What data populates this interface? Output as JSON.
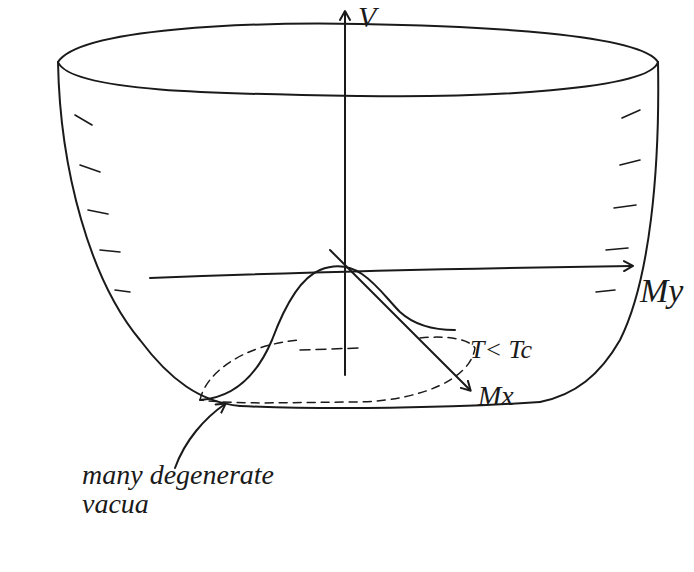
{
  "diagram": {
    "labels": [
      "V",
      "My",
      "Mx",
      "T< Tc",
      "many degenerate vacua"
    ]
  }
}
